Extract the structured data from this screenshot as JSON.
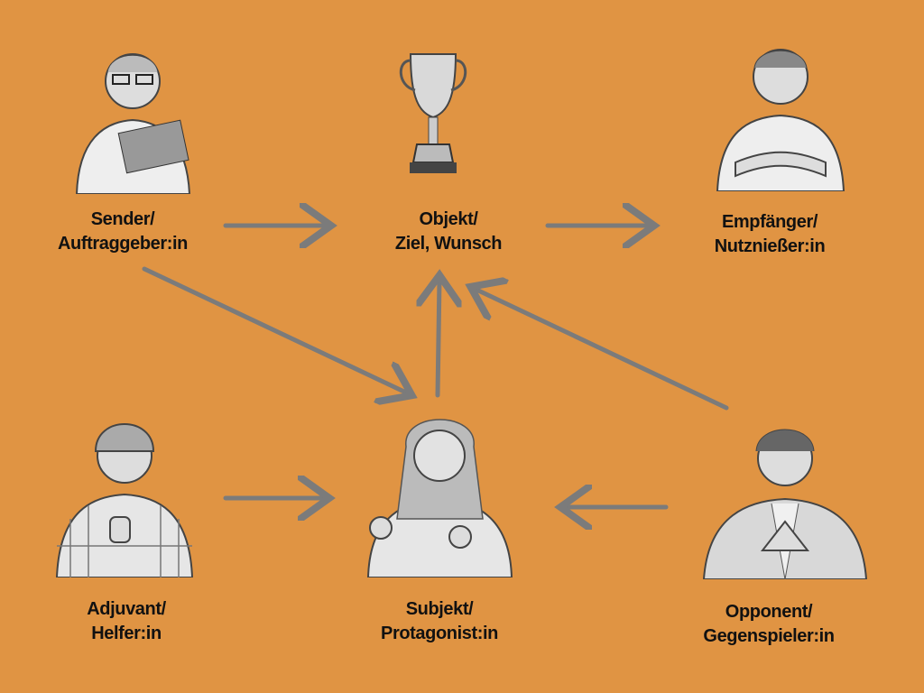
{
  "colors": {
    "background": "#E09443",
    "arrow": "#7B7B7B",
    "text": "#111111"
  },
  "nodes": {
    "sender": {
      "line1": "Sender/",
      "line2": "Auftraggeber:in",
      "icon": "woman-with-clipboard"
    },
    "objekt": {
      "line1": "Objekt/",
      "line2": "Ziel, Wunsch",
      "icon": "trophy"
    },
    "empfaenger": {
      "line1": "Empfänger/",
      "line2": "Nutznießer:in",
      "icon": "man-arms-crossed"
    },
    "adjuvant": {
      "line1": "Adjuvant/",
      "line2": "Helfer:in",
      "icon": "man-thumbs-up"
    },
    "subjekt": {
      "line1": "Subjekt/",
      "line2": "Protagonist:in",
      "icon": "woman-protagonist"
    },
    "opponent": {
      "line1": "Opponent/",
      "line2": "Gegenspieler:in",
      "icon": "man-scheming"
    }
  }
}
